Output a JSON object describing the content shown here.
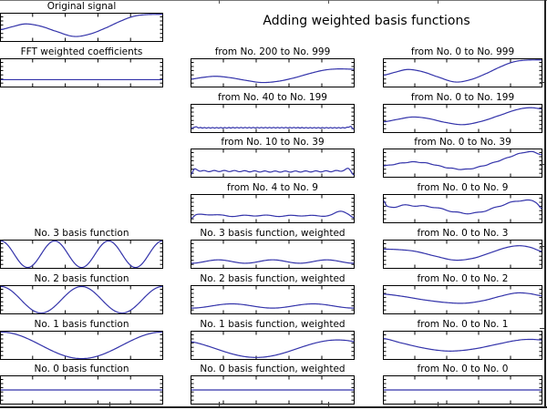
{
  "chart_data": {
    "type": "line",
    "title": "Adding weighted basis functions",
    "style": {
      "line_color": "#3333aa",
      "spine_color": "#000000",
      "background": "#ffffff",
      "frame_color": "#222222"
    },
    "grid": {
      "columns": 3,
      "rows": 9,
      "tick_labels": "none"
    },
    "subplots": [
      {
        "col": 0,
        "slot": 0,
        "title": "Original signal",
        "curve": {
          "type": "pts",
          "pts": [
            [
              0,
              0.42
            ],
            [
              0.07,
              0.52
            ],
            [
              0.15,
              0.62
            ],
            [
              0.24,
              0.55
            ],
            [
              0.33,
              0.38
            ],
            [
              0.45,
              0.18
            ],
            [
              0.55,
              0.26
            ],
            [
              0.65,
              0.48
            ],
            [
              0.75,
              0.74
            ],
            [
              0.83,
              0.9
            ],
            [
              0.9,
              0.95
            ],
            [
              1,
              0.96
            ]
          ]
        }
      },
      {
        "col": 0,
        "slot": 1,
        "title": "FFT weighted coefficients",
        "curve": {
          "type": "flat",
          "v": 0.26
        }
      },
      {
        "col": 0,
        "slot": 5,
        "title": "No. 3 basis function",
        "curve": {
          "type": "cos",
          "cycles": 3,
          "center": 0.5,
          "amp": 0.47,
          "phase": 0
        }
      },
      {
        "col": 0,
        "slot": 6,
        "title": "No. 2 basis function",
        "curve": {
          "type": "cos",
          "cycles": 2,
          "center": 0.5,
          "amp": 0.47,
          "phase": 0
        }
      },
      {
        "col": 0,
        "slot": 7,
        "title": "No. 1 basis function",
        "curve": {
          "type": "cos",
          "cycles": 1,
          "center": 0.5,
          "amp": 0.47,
          "phase": 0
        }
      },
      {
        "col": 0,
        "slot": 8,
        "title": "No. 0 basis function",
        "curve": {
          "type": "flat",
          "v": 0.5
        }
      },
      {
        "col": 1,
        "slot": 1,
        "title": "from No. 200 to No. 999",
        "curve": {
          "type": "pts",
          "pts": [
            [
              0,
              0.28
            ],
            [
              0.07,
              0.34
            ],
            [
              0.15,
              0.38
            ],
            [
              0.24,
              0.33
            ],
            [
              0.33,
              0.24
            ],
            [
              0.43,
              0.16
            ],
            [
              0.53,
              0.2
            ],
            [
              0.63,
              0.32
            ],
            [
              0.73,
              0.48
            ],
            [
              0.82,
              0.6
            ],
            [
              0.9,
              0.64
            ],
            [
              1,
              0.63
            ]
          ]
        }
      },
      {
        "col": 1,
        "slot": 2,
        "title": "from No. 40 to No. 199",
        "curve": {
          "type": "pts",
          "pts": [
            [
              0,
              0.13
            ],
            [
              0.02,
              0.2
            ],
            [
              0.05,
              0.17
            ],
            [
              0.3,
              0.17
            ],
            [
              0.6,
              0.17
            ],
            [
              0.95,
              0.17
            ],
            [
              0.98,
              0.21
            ],
            [
              1,
              0.12
            ]
          ],
          "wiggle": {
            "cycles": 40,
            "amp": 0.012
          }
        }
      },
      {
        "col": 1,
        "slot": 3,
        "title": "from No. 10 to No. 39",
        "curve": {
          "type": "pts",
          "pts": [
            [
              0,
              0.1
            ],
            [
              0.02,
              0.28
            ],
            [
              0.06,
              0.22
            ],
            [
              0.2,
              0.22
            ],
            [
              0.5,
              0.2
            ],
            [
              0.85,
              0.21
            ],
            [
              0.94,
              0.24
            ],
            [
              0.97,
              0.3
            ],
            [
              1,
              0.08
            ]
          ],
          "wiggle": {
            "cycles": 16,
            "amp": 0.02
          }
        }
      },
      {
        "col": 1,
        "slot": 4,
        "title": "from No. 4 to No. 9",
        "curve": {
          "type": "pts",
          "pts": [
            [
              0,
              0.15
            ],
            [
              0.03,
              0.27
            ],
            [
              0.1,
              0.3
            ],
            [
              0.18,
              0.26
            ],
            [
              0.28,
              0.24
            ],
            [
              0.38,
              0.26
            ],
            [
              0.48,
              0.25
            ],
            [
              0.58,
              0.24
            ],
            [
              0.68,
              0.26
            ],
            [
              0.78,
              0.24
            ],
            [
              0.86,
              0.28
            ],
            [
              0.92,
              0.4
            ],
            [
              0.96,
              0.34
            ],
            [
              1,
              0.18
            ]
          ],
          "wiggle": {
            "cycles": 7,
            "amp": 0.02
          }
        }
      },
      {
        "col": 1,
        "slot": 5,
        "title": "No. 3 basis function, weighted",
        "curve": {
          "type": "cos",
          "cycles": 3,
          "center": 0.24,
          "amp": 0.06,
          "phase": 3.1416
        }
      },
      {
        "col": 1,
        "slot": 6,
        "title": "No. 2 basis function, weighted",
        "curve": {
          "type": "cos",
          "cycles": 2,
          "center": 0.28,
          "amp": 0.075,
          "phase": 3.1416
        }
      },
      {
        "col": 1,
        "slot": 7,
        "title": "No. 1 basis function, weighted",
        "curve": {
          "type": "cos",
          "cycles": 1,
          "center": 0.38,
          "amp": 0.31,
          "phase": 0.628
        }
      },
      {
        "col": 1,
        "slot": 8,
        "title": "No. 0 basis function, weighted",
        "curve": {
          "type": "flat",
          "v": 0.5
        }
      },
      {
        "col": 2,
        "slot": 1,
        "title": "from No. 0 to No. 999",
        "curve": {
          "type": "pts",
          "pts": [
            [
              0,
              0.42
            ],
            [
              0.07,
              0.52
            ],
            [
              0.15,
              0.62
            ],
            [
              0.24,
              0.55
            ],
            [
              0.33,
              0.38
            ],
            [
              0.45,
              0.18
            ],
            [
              0.55,
              0.26
            ],
            [
              0.65,
              0.48
            ],
            [
              0.75,
              0.74
            ],
            [
              0.83,
              0.9
            ],
            [
              0.9,
              0.95
            ],
            [
              1,
              0.96
            ]
          ]
        }
      },
      {
        "col": 2,
        "slot": 2,
        "title": "from No. 0 to No. 199",
        "curve": {
          "type": "pts",
          "pts": [
            [
              0,
              0.38
            ],
            [
              0.08,
              0.46
            ],
            [
              0.18,
              0.55
            ],
            [
              0.28,
              0.5
            ],
            [
              0.38,
              0.37
            ],
            [
              0.5,
              0.28
            ],
            [
              0.62,
              0.4
            ],
            [
              0.74,
              0.62
            ],
            [
              0.85,
              0.82
            ],
            [
              0.93,
              0.88
            ],
            [
              1,
              0.84
            ]
          ]
        }
      },
      {
        "col": 2,
        "slot": 3,
        "title": "from No. 0 to No. 39",
        "curve": {
          "type": "pts",
          "pts": [
            [
              0,
              0.4
            ],
            [
              0.08,
              0.47
            ],
            [
              0.18,
              0.54
            ],
            [
              0.28,
              0.49
            ],
            [
              0.4,
              0.34
            ],
            [
              0.52,
              0.28
            ],
            [
              0.64,
              0.42
            ],
            [
              0.76,
              0.64
            ],
            [
              0.87,
              0.85
            ],
            [
              0.94,
              0.9
            ],
            [
              1,
              0.8
            ]
          ],
          "wiggle": {
            "cycles": 12,
            "amp": 0.01
          }
        }
      },
      {
        "col": 2,
        "slot": 4,
        "title": "from No. 0 to No. 9",
        "curve": {
          "type": "pts",
          "pts": [
            [
              0,
              0.78
            ],
            [
              0.02,
              0.58
            ],
            [
              0.06,
              0.55
            ],
            [
              0.12,
              0.62
            ],
            [
              0.2,
              0.6
            ],
            [
              0.28,
              0.58
            ],
            [
              0.36,
              0.5
            ],
            [
              0.45,
              0.38
            ],
            [
              0.55,
              0.33
            ],
            [
              0.64,
              0.42
            ],
            [
              0.74,
              0.6
            ],
            [
              0.82,
              0.74
            ],
            [
              0.88,
              0.79
            ],
            [
              0.94,
              0.78
            ],
            [
              0.97,
              0.7
            ],
            [
              1,
              0.5
            ]
          ],
          "wiggle": {
            "cycles": 9,
            "amp": 0.015
          }
        }
      },
      {
        "col": 2,
        "slot": 5,
        "title": "from No. 0 to No. 3",
        "curve": {
          "type": "pts",
          "pts": [
            [
              0,
              0.68
            ],
            [
              0.1,
              0.66
            ],
            [
              0.2,
              0.6
            ],
            [
              0.32,
              0.44
            ],
            [
              0.45,
              0.29
            ],
            [
              0.57,
              0.36
            ],
            [
              0.68,
              0.56
            ],
            [
              0.78,
              0.74
            ],
            [
              0.86,
              0.8
            ],
            [
              0.93,
              0.74
            ],
            [
              1,
              0.6
            ]
          ]
        }
      },
      {
        "col": 2,
        "slot": 6,
        "title": "from No. 0 to No. 2",
        "curve": {
          "type": "pts",
          "pts": [
            [
              0,
              0.7
            ],
            [
              0.12,
              0.62
            ],
            [
              0.25,
              0.5
            ],
            [
              0.4,
              0.4
            ],
            [
              0.52,
              0.38
            ],
            [
              0.64,
              0.48
            ],
            [
              0.75,
              0.64
            ],
            [
              0.84,
              0.74
            ],
            [
              0.92,
              0.72
            ],
            [
              1,
              0.64
            ]
          ]
        }
      },
      {
        "col": 2,
        "slot": 7,
        "title": "from No. 0 to No. 1",
        "curve": {
          "type": "pts",
          "pts": [
            [
              0,
              0.74
            ],
            [
              0.1,
              0.6
            ],
            [
              0.22,
              0.44
            ],
            [
              0.35,
              0.32
            ],
            [
              0.45,
              0.3
            ],
            [
              0.58,
              0.38
            ],
            [
              0.72,
              0.54
            ],
            [
              0.85,
              0.68
            ],
            [
              0.93,
              0.71
            ],
            [
              1,
              0.69
            ]
          ]
        }
      },
      {
        "col": 2,
        "slot": 8,
        "title": "from No. 0 to No. 0",
        "curve": {
          "type": "flat",
          "v": 0.5
        }
      }
    ]
  }
}
